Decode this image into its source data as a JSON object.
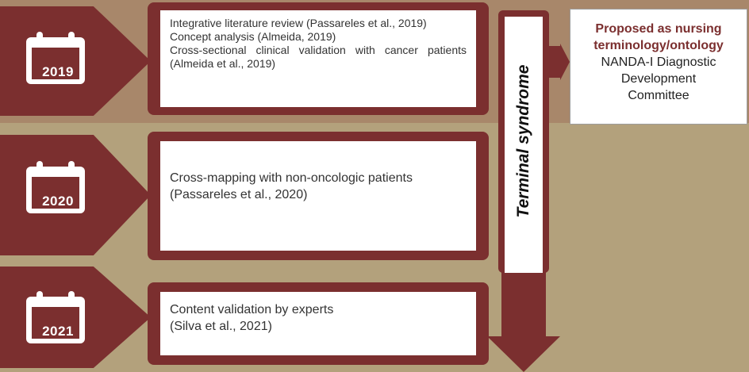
{
  "years": [
    {
      "label": "2019",
      "entries": [
        "Integrative literature review (Passareles et al., 2019)",
        "Concept analysis (Almeida, 2019)",
        "Cross-sectional clinical validation with cancer patients (Almeida et al., 2019)"
      ]
    },
    {
      "label": "2020",
      "entries": [
        "Cross-mapping with non-oncologic patients",
        "(Passareles et al., 2020)"
      ]
    },
    {
      "label": "2021",
      "entries": [
        "Content validation by experts",
        "(Silva et al., 2021)"
      ]
    }
  ],
  "vertical_label": "Terminal syndrome",
  "result": {
    "title_line1": "Proposed as nursing",
    "title_line2": "terminology/ontology",
    "body_line1": "NANDA-I Diagnostic",
    "body_line2": "Development",
    "body_line3": "Committee"
  },
  "colors": {
    "maroon": "#7b2f2f",
    "background_top": "#a8876a",
    "background_bottom": "#b3a17c"
  }
}
